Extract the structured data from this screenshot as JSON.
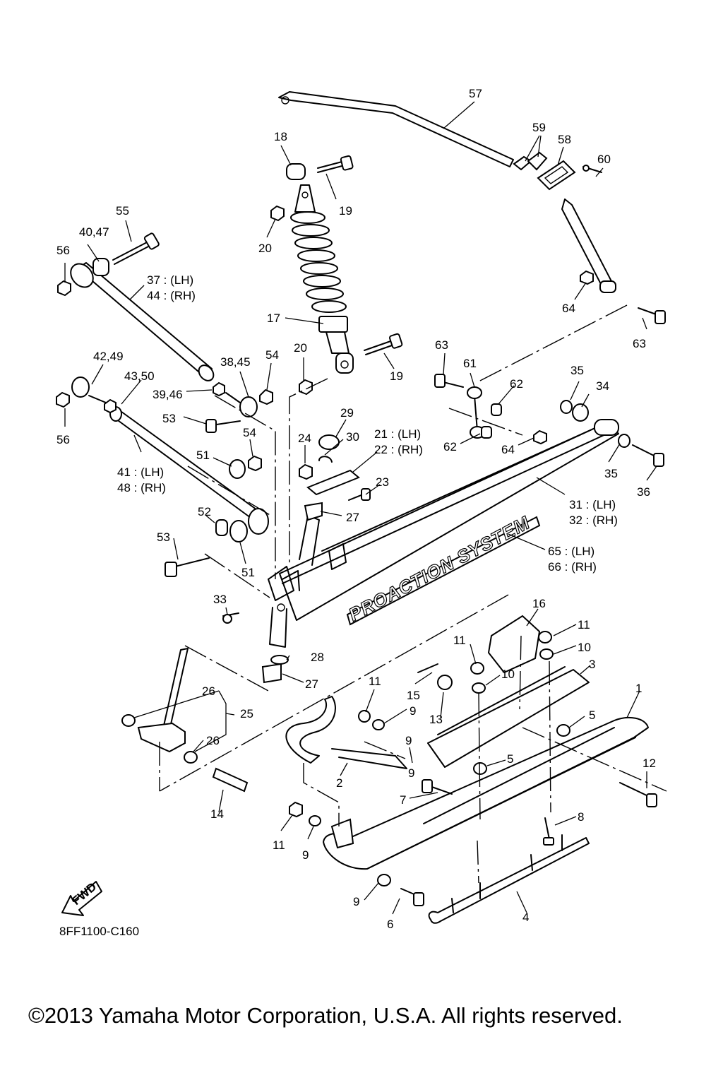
{
  "diagram": {
    "code": "8FF1100-C160",
    "copyright": "©2013 Yamaha Motor Corporation, U.S.A. All rights reserved.",
    "fwd_label": "FWD",
    "decal_text": "PROACTION SYSTEM",
    "labels": [
      "57",
      "59",
      "58",
      "60",
      "18",
      "19",
      "20",
      "55",
      "40,47",
      "56",
      "37 : (LH)",
      "44 : (RH)",
      "64",
      "63",
      "17",
      "20",
      "19",
      "42,49",
      "38,45",
      "54",
      "63",
      "61",
      "35",
      "34",
      "43,50",
      "39,46",
      "62",
      "56",
      "53",
      "54",
      "29",
      "30",
      "21 : (LH)",
      "22 : (RH)",
      "24",
      "62",
      "64",
      "35",
      "36",
      "51",
      "23",
      "41 : (LH)",
      "48 : (RH)",
      "27",
      "31 : (LH)",
      "32 : (RH)",
      "52",
      "53",
      "65 : (LH)",
      "66 : (RH)",
      "51",
      "33",
      "16",
      "11",
      "10",
      "11",
      "3",
      "28",
      "27",
      "10",
      "26",
      "11",
      "15",
      "25",
      "9",
      "13",
      "1",
      "26",
      "5",
      "9",
      "5",
      "12",
      "2",
      "9",
      "7",
      "14",
      "8",
      "11",
      "9",
      "9",
      "6",
      "4"
    ]
  }
}
